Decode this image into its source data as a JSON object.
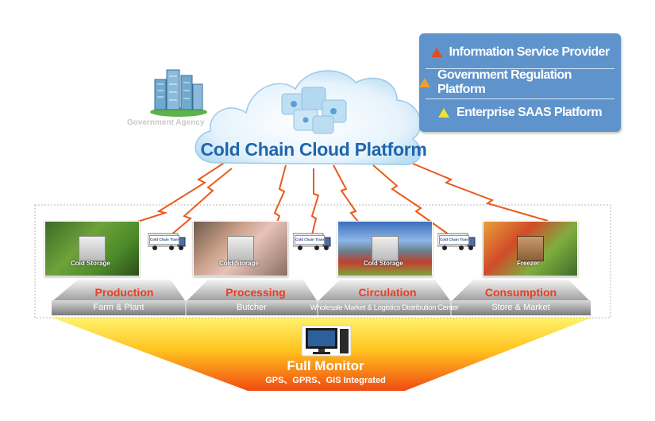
{
  "platform": {
    "title": "Cold Chain Cloud Platform",
    "gov_label": "Government Agency"
  },
  "services": [
    {
      "label": "Information Service Provider",
      "color": "#e24b21"
    },
    {
      "label": "Government Regulation Platform",
      "color": "#f0a02a"
    },
    {
      "label": "Enterprise SAAS Platform",
      "color": "#f2e22a"
    }
  ],
  "stages": [
    {
      "name": "Production",
      "sub": "Farm & Plant",
      "storage": "Cold Storage"
    },
    {
      "name": "Processing",
      "sub": "Butcher",
      "storage": "Cold Storage"
    },
    {
      "name": "Circulation",
      "sub": "Wholesale Market & Logistics Distribution Center",
      "storage": "Cold Storage"
    },
    {
      "name": "Consumption",
      "sub": "Store & Market",
      "storage": "Freezer"
    }
  ],
  "truck_label": "Cold Chain Transport",
  "monitor": {
    "title": "Full Monitor",
    "subtitle": "GPS、GPRS、GIS Integrated"
  }
}
